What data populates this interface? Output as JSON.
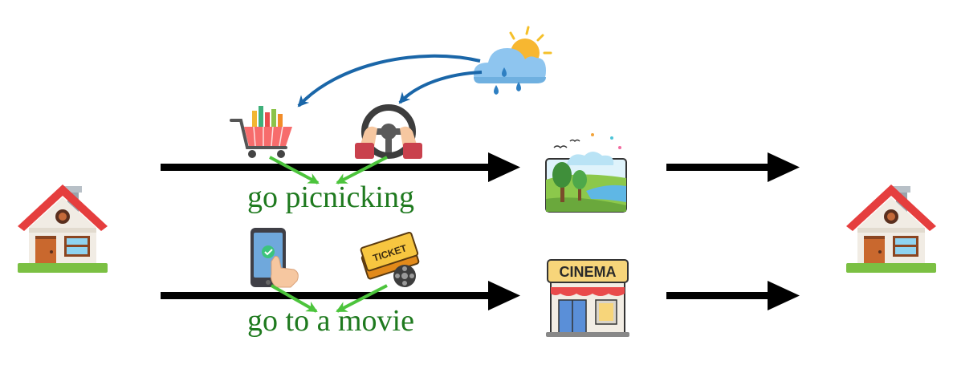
{
  "routes": [
    {
      "activity_label": "go picnicking",
      "step_icons": [
        "shopping-cart-icon",
        "steering-wheel-icon"
      ],
      "destination_icon": "park-landscape-icon"
    },
    {
      "activity_label": "go to a movie",
      "step_icons": [
        "phone-booking-icon",
        "movie-ticket-icon"
      ],
      "destination_icon": "cinema-building-icon",
      "destination_sign": "CINEMA"
    }
  ],
  "start_icon": "house-icon",
  "end_icon": "house-icon",
  "weather_icon": "rain-cloud-sun-icon",
  "colors": {
    "flow_arrow": "#000000",
    "weather_arrow": "#1a66a8",
    "contribution_arrow": "#4cc43c",
    "label": "#1f7a1f"
  }
}
